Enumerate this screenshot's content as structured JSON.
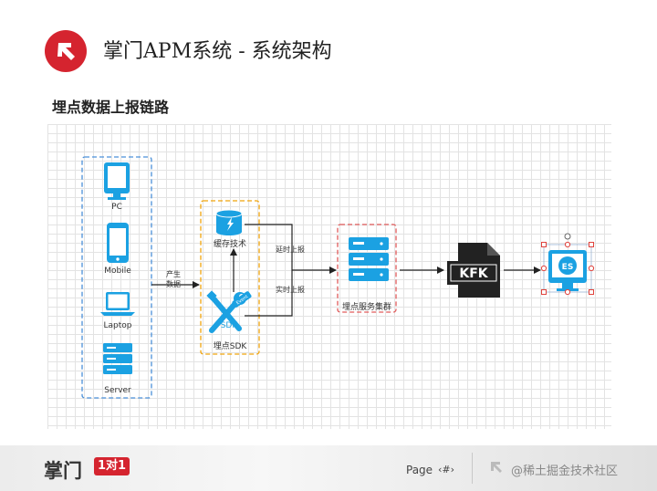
{
  "header": {
    "title": "掌门APM系统 - 系统架构",
    "subtitle": "埋点数据上报链路",
    "brand_color": "#d5242f"
  },
  "diagram": {
    "clients": [
      {
        "label": "PC",
        "icon": "monitor-icon"
      },
      {
        "label": "Mobile",
        "icon": "mobile-icon"
      },
      {
        "label": "Laptop",
        "icon": "laptop-icon"
      },
      {
        "label": "Server",
        "icon": "server-icon"
      }
    ],
    "edge_generate": "产生\n数据",
    "sdk_group": {
      "cache_label": "缓存技术",
      "sdk_label": "埋点SDK",
      "sdk_icon_text": "SDK",
      "sdk_tag": "Event"
    },
    "edge_delay": "延时上报",
    "edge_realtime": "实时上报",
    "cluster_label": "埋点服务集群",
    "kafka_text": "KFK",
    "es_text": "ES",
    "colors": {
      "icon_blue": "#1ba1e2",
      "client_border": "#4a90d9",
      "sdk_border": "#f0a30a",
      "cluster_border": "#e05a5a",
      "kafka_black": "#222222",
      "selection_red": "#e0433d"
    }
  },
  "footer": {
    "brand": "掌门",
    "brand_badge": "1对1",
    "page_label": "Page",
    "page_marker": "‹#›",
    "watermark": "@稀土掘金技术社区"
  }
}
